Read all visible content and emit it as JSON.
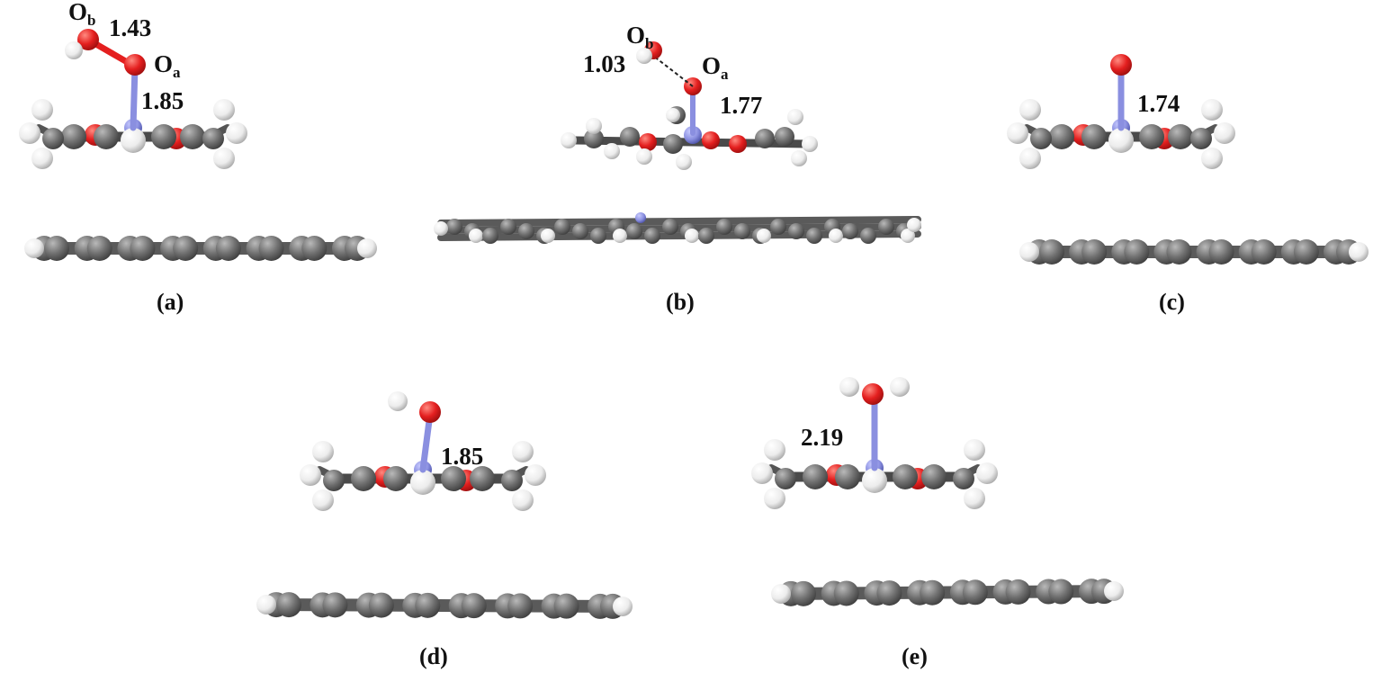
{
  "colors": {
    "oxygen": "#e41f1f",
    "nitrogen": "#8a8fe0",
    "carbon": "#6c6c6c",
    "hydrogen": "#f2f2f2",
    "bond": "#555555",
    "text": "#111111"
  },
  "panels": [
    {
      "id": "a",
      "caption": "(a)",
      "distances": [
        "1.43",
        "1.85"
      ],
      "atom_labels": [
        {
          "main": "O",
          "sub": "b"
        },
        {
          "main": "O",
          "sub": "a"
        }
      ]
    },
    {
      "id": "b",
      "caption": "(b)",
      "distances": [
        "1.03",
        "1.77"
      ],
      "atom_labels": [
        {
          "main": "O",
          "sub": "b"
        },
        {
          "main": "O",
          "sub": "a"
        }
      ]
    },
    {
      "id": "c",
      "caption": "(c)",
      "distances": [
        "1.74"
      ]
    },
    {
      "id": "d",
      "caption": "(d)",
      "distances": [
        "1.85"
      ]
    },
    {
      "id": "e",
      "caption": "(e)",
      "distances": [
        "2.19"
      ]
    }
  ]
}
